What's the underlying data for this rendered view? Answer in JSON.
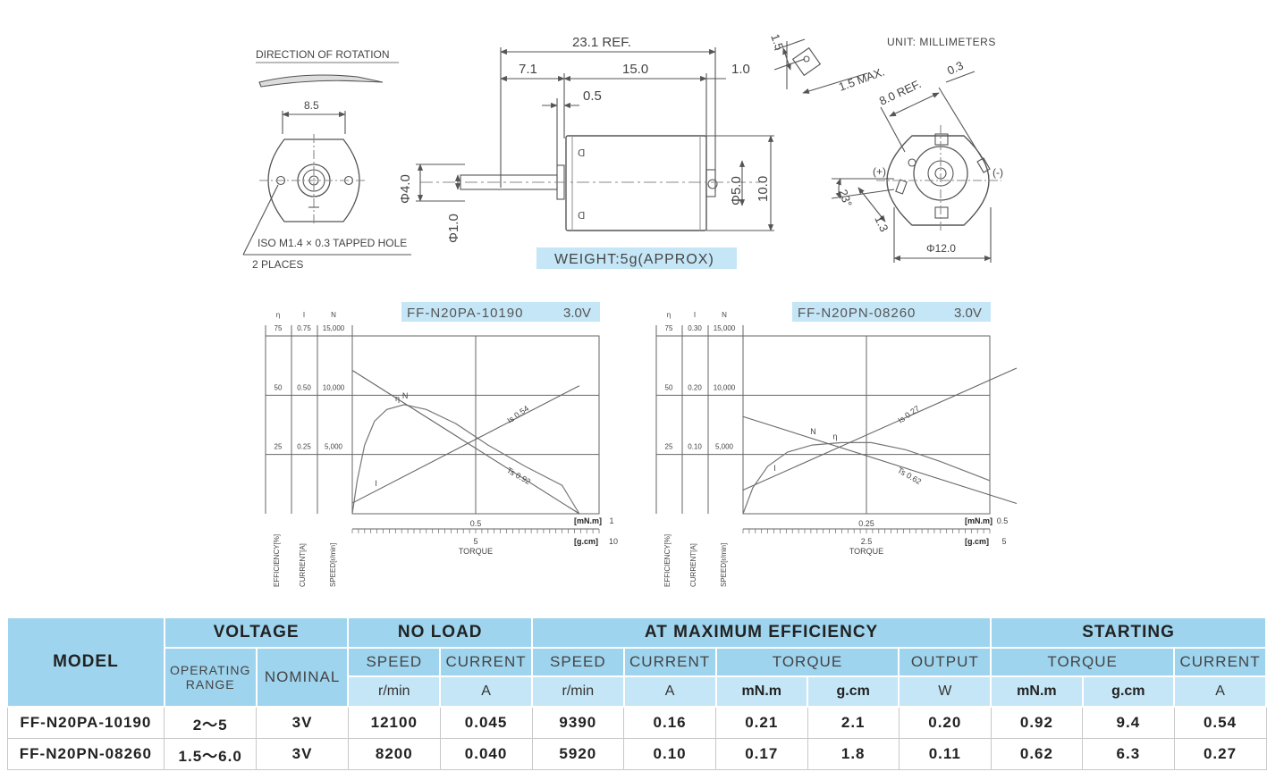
{
  "drawing": {
    "direction_of_rotation": "DIRECTION OF ROTATION",
    "unit": "UNIT: MILLIMETERS",
    "weight": "WEIGHT:5g(APPROX)",
    "tapped_hole": "ISO M1.4 × 0.3 TAPPED HOLE",
    "places": "2 PLACES",
    "dims": {
      "front_width": "8.5",
      "overall_length": "23.1 REF.",
      "shaft_length": "7.1",
      "body_length": "15.0",
      "end_length": "1.0",
      "bearing": "0.5",
      "boss_dia": "Φ4.0",
      "shaft_dia": "Φ1.0",
      "bush_dia": "Φ5.0",
      "body_height": "10.0",
      "term_width": "1.5",
      "term_max": "1.5 MAX.",
      "term_ref": "8.0 REF.",
      "term_thk": "0.3",
      "angle": "23°",
      "term_pitch": "1.3",
      "body_dia": "Φ12.0",
      "plus": "(+)",
      "minus": "(-)"
    }
  },
  "chart_data": [
    {
      "type": "line",
      "title": "FF-N20PA-10190",
      "voltage": "3.0V",
      "axis_heads": [
        "η",
        "I",
        "N"
      ],
      "efficiency_label": "EFFICIENCY[%]",
      "current_label": "CURRENT[A]",
      "speed_label": "SPEED[r/min]",
      "torque_label": "TORQUE",
      "unit_mnm": "[mN.m]",
      "unit_gcm": "[g.cm]",
      "efficiency_ticks": [
        "75",
        "50",
        "25"
      ],
      "current_ticks": [
        "0.75",
        "0.50",
        "0.25"
      ],
      "speed_ticks": [
        "15,000",
        "10,000",
        "5,000"
      ],
      "x_mnm_ticks": [
        "0.5",
        "1"
      ],
      "x_gcm_ticks": [
        "5",
        "10"
      ],
      "ts_label": "Ts 0.92",
      "is_label": "Is 0.54",
      "curve_labels": {
        "speed": "N",
        "efficiency": "η",
        "current": "I"
      },
      "xlim_mnm": [
        0,
        1
      ],
      "x_mnm": [
        0,
        0.92
      ],
      "speed": [
        12100,
        0
      ],
      "current": [
        0.045,
        0.54
      ],
      "efficiency": [
        [
          0,
          0
        ],
        [
          0.02,
          14
        ],
        [
          0.05,
          29
        ],
        [
          0.09,
          39
        ],
        [
          0.14,
          44
        ],
        [
          0.21,
          46
        ],
        [
          0.3,
          44
        ],
        [
          0.42,
          38
        ],
        [
          0.55,
          29
        ],
        [
          0.7,
          20
        ],
        [
          0.85,
          12
        ],
        [
          0.92,
          0
        ]
      ]
    },
    {
      "type": "line",
      "title": "FF-N20PN-08260",
      "voltage": "3.0V",
      "axis_heads": [
        "η",
        "I",
        "N"
      ],
      "efficiency_label": "EFFICIENCY[%]",
      "current_label": "CURRENT[A]",
      "speed_label": "SPEED[r/min]",
      "torque_label": "TORQUE",
      "unit_mnm": "[mN.m]",
      "unit_gcm": "[g.cm]",
      "efficiency_ticks": [
        "75",
        "50",
        "25"
      ],
      "current_ticks": [
        "0.30",
        "0.20",
        "0.10"
      ],
      "speed_ticks": [
        "15,000",
        "10,000",
        "5,000"
      ],
      "x_mnm_ticks": [
        "0.25",
        "0.5"
      ],
      "x_gcm_ticks": [
        "2.5",
        "5"
      ],
      "ts_label": "Ts 0.62",
      "is_label": "Is 0.27",
      "curve_labels": {
        "speed": "N",
        "efficiency": "η",
        "current": "I"
      },
      "xlim_mnm": [
        0,
        0.5
      ],
      "x_mnm": [
        0,
        0.62
      ],
      "speed": [
        8200,
        0
      ],
      "current": [
        0.04,
        0.27
      ],
      "efficiency": [
        [
          0,
          0
        ],
        [
          0.02,
          11
        ],
        [
          0.05,
          20
        ],
        [
          0.09,
          26
        ],
        [
          0.14,
          29
        ],
        [
          0.2,
          30
        ],
        [
          0.26,
          30
        ],
        [
          0.33,
          27
        ],
        [
          0.4,
          22
        ],
        [
          0.5,
          14
        ],
        [
          0.62,
          0
        ]
      ]
    }
  ],
  "table": {
    "headers": {
      "model": "MODEL",
      "voltage": "VOLTAGE",
      "no_load": "NO LOAD",
      "max_eff": "AT MAXIMUM EFFICIENCY",
      "starting": "STARTING",
      "operating_range": "OPERATING RANGE",
      "nominal": "NOMINAL",
      "speed": "SPEED",
      "current": "CURRENT",
      "torque": "TORQUE",
      "output": "OUTPUT"
    },
    "units": {
      "rmin": "r/min",
      "a": "A",
      "mnm": "mN.m",
      "gcm": "g.cm",
      "w": "W"
    },
    "rows": [
      [
        "FF-N20PA-10190",
        "2～5",
        "3V",
        "12100",
        "0.045",
        "9390",
        "0.16",
        "0.21",
        "2.1",
        "0.20",
        "0.92",
        "9.4",
        "0.54"
      ],
      [
        "FF-N20PN-08260",
        "1.5～6.0",
        "3V",
        "8200",
        "0.040",
        "5920",
        "0.10",
        "0.17",
        "1.8",
        "0.11",
        "0.62",
        "6.3",
        "0.27"
      ]
    ]
  }
}
